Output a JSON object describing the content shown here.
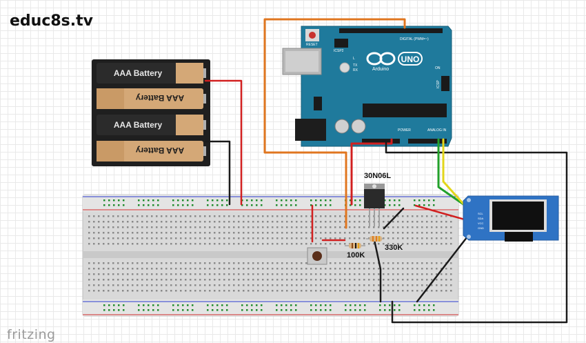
{
  "watermark": "educ8s.tv",
  "footer_logo": "fritzing",
  "battery_pack": {
    "cells": [
      "AAA Battery",
      "AAA Battery",
      "AAA Battery",
      "AAA Battery"
    ]
  },
  "arduino": {
    "logo_text": "UNO",
    "brand": "Arduino",
    "reset_label": "RESET",
    "icsp2_label": "ICSP2",
    "icsp_label": "ICSP",
    "digital_label": "DIGITAL (PWM=~)",
    "power_label": "POWER",
    "analog_label": "ANALOG IN",
    "led_labels": [
      "L",
      "TX",
      "RX"
    ],
    "on_label": "ON"
  },
  "components": {
    "mosfet_label": "30N06L",
    "resistor_1_label": "100K",
    "resistor_2_label": "330K",
    "oled_pins": [
      "SCL",
      "SDA",
      "VCC",
      "GND"
    ]
  },
  "colors": {
    "board_blue": "#1f7a9c",
    "wire_red": "#d11f1f",
    "wire_orange": "#e0761f",
    "wire_green": "#22a12a",
    "wire_yellow": "#e3d61a",
    "wire_black": "#1a1a1a",
    "oled_blue": "#2f73c4"
  },
  "icons": [
    "battery-holder",
    "arduino-uno",
    "breadboard",
    "mosfet",
    "resistor",
    "push-button",
    "oled-display"
  ]
}
